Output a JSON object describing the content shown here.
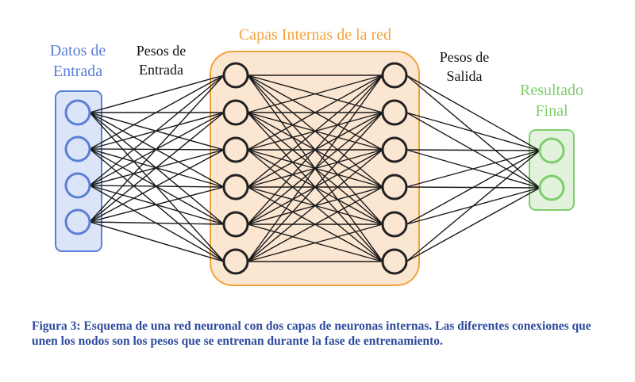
{
  "labels": {
    "input_line1": "Datos de",
    "input_line2": "Entrada",
    "input_weights_line1": "Pesos de",
    "input_weights_line2": "Entrada",
    "hidden": "Capas Internas de la red",
    "output_weights_line1": "Pesos de",
    "output_weights_line2": "Salida",
    "output_line1": "Resultado",
    "output_line2": "Final"
  },
  "layers": {
    "input_nodes": 4,
    "hidden_1_nodes": 6,
    "hidden_2_nodes": 6,
    "output_nodes": 2
  },
  "colors": {
    "input": "#5b7fd6",
    "input_fill": "#dbe5f7",
    "hidden": "#f3a23b",
    "hidden_fill": "#fbe6d2",
    "output": "#7fce6d",
    "output_fill": "#e2f2dc",
    "node_stroke": "#222222",
    "caption": "#2e4b9e"
  },
  "caption": "Figura 3: Esquema de una red neuronal con dos capas de neuronas internas. Las diferentes conexiones que unen los nodos son los pesos que se entrenan durante la fase de entrenamiento."
}
